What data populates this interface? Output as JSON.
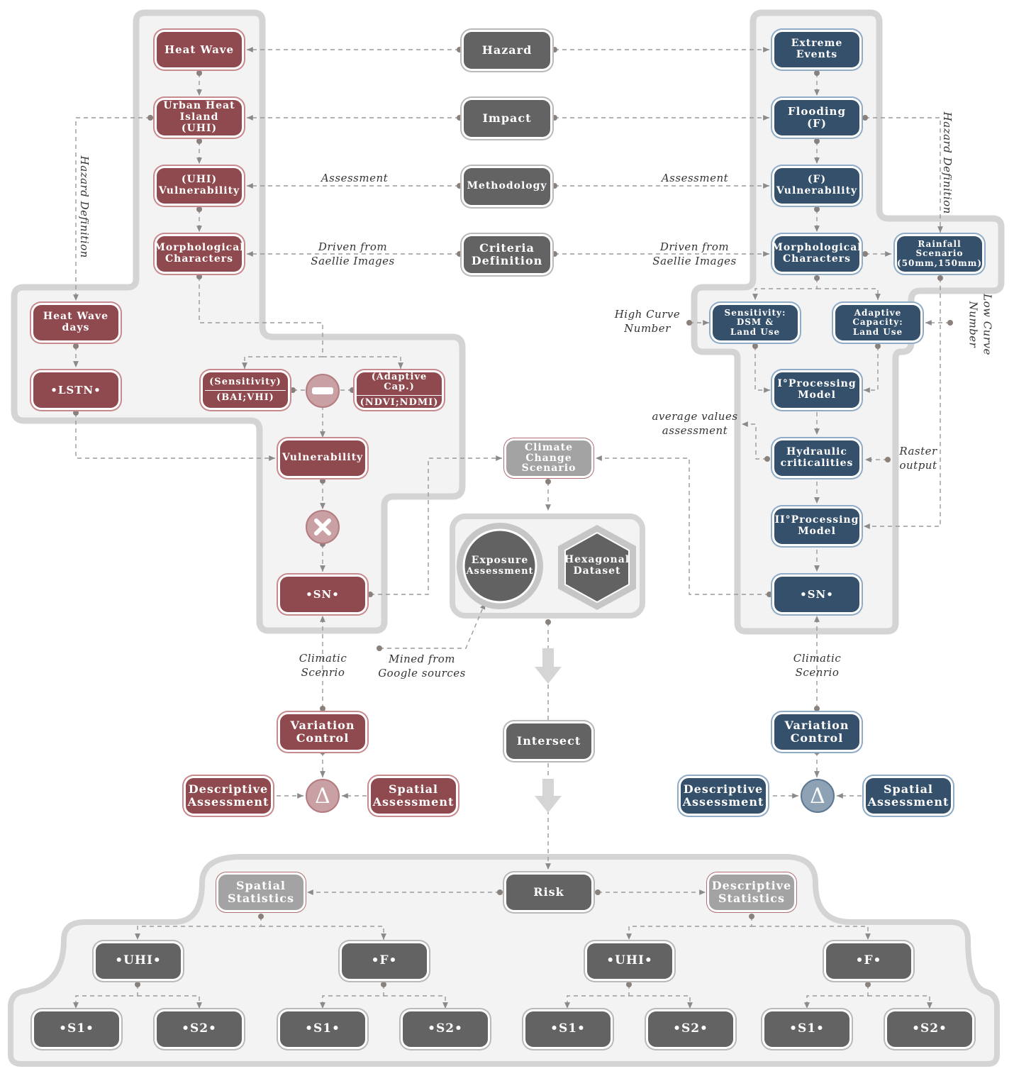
{
  "hazard_column": {
    "hazard": "Hazard",
    "impact": "Impact",
    "methodology": "Methodology",
    "criteria_line1": "Criteria",
    "criteria_line2": "Definition"
  },
  "uhi_branch": {
    "heat_wave": "Heat Wave",
    "uhi_line1": "Urban Heat",
    "uhi_line2": "Island",
    "uhi_line3": "(UHI)",
    "uhi_vuln_line1": "(UHI)",
    "uhi_vuln_line2": "Vulnerability",
    "morph_line1": "Morphological",
    "morph_line2": "Characters",
    "heat_wave_days_line1": "Heat Wave",
    "heat_wave_days_line2": "days",
    "lst": "•LSTN•",
    "sensitivity_top": "(Sensitivity)",
    "sensitivity_bottom": "(BAI;VHI)",
    "adaptive_top": "(Adaptive Cap.)",
    "adaptive_bottom": "(NDVI;NDMI)",
    "vulnerability": "Vulnerability",
    "sn": "•SN•",
    "variation_line1": "Variation",
    "variation_line2": "Control",
    "descriptive_line1": "Descriptive",
    "descriptive_line2": "Assessment",
    "spatial_line1": "Spatial",
    "spatial_line2": "Assessment",
    "delta": "Δ"
  },
  "flood_branch": {
    "extreme_line1": "Extreme",
    "extreme_line2": "Events",
    "flooding_line1": "Flooding",
    "flooding_line2": "(F)",
    "fvuln_line1": "(F)",
    "fvuln_line2": "Vulnerability",
    "morph_line1": "Morphological",
    "morph_line2": "Characters",
    "rainfall_line1": "Rainfall",
    "rainfall_line2": "Scenario",
    "rainfall_line3": "(50mm,150mm)",
    "sens_line1": "Sensitivity:",
    "sens_line2": "DSM &",
    "sens_line3": "Land Use",
    "adapt_line1": "Adaptive",
    "adapt_line2": "Capacity:",
    "adapt_line3": "Land Use",
    "proc1_line1": "I°Processing",
    "proc1_line2": "Model",
    "hydraulic_line1": "Hydraulic",
    "hydraulic_line2": "criticalities",
    "proc2_line1": "II°Processing",
    "proc2_line2": "Model",
    "sn": "•SN•",
    "variation_line1": "Variation",
    "variation_line2": "Control",
    "descriptive_line1": "Descriptive",
    "descriptive_line2": "Assessment",
    "spatial_line1": "Spatial",
    "spatial_line2": "Assessment",
    "delta": "Δ"
  },
  "center": {
    "climate_line1": "Climate",
    "climate_line2": "Change",
    "climate_line3": "Scenario",
    "exposure_line1": "Exposure",
    "exposure_line2": "Assessment",
    "hexagonal_line1": "Hexagonal",
    "hexagonal_line2": "Dataset",
    "intersect": "Intersect",
    "risk": "Risk",
    "spatial_stats_line1": "Spatial",
    "spatial_stats_line2": "Statistics",
    "descriptive_stats_line1": "Descriptive",
    "descriptive_stats_line2": "Statistics"
  },
  "results": {
    "top": [
      "•UHI•",
      "•F•",
      "•UHI•",
      "•F•"
    ],
    "bottom": [
      "•S1•",
      "•S2•",
      "•S1•",
      "•S2•",
      "•S1•",
      "•S2•",
      "•S1•",
      "•S2•"
    ]
  },
  "labels": {
    "assessment_left": "Assessment",
    "assessment_right": "Assessment",
    "driven_left_1": "Driven from",
    "driven_left_2": "Saellie Images",
    "driven_right_1": "Driven from",
    "driven_right_2": "Saellie Images",
    "hazard_def_left": "Hazard Definition",
    "hazard_def_right": "Hazard Definition",
    "high_curve_1": "High Curve",
    "high_curve_2": "Number",
    "low_curve_1": "Low Curve",
    "low_curve_2": "Number",
    "avg_values_1": "average values",
    "avg_values_2": "assessment",
    "raster_1": "Raster",
    "raster_2": "output",
    "climatic_left_1": "Climatic",
    "climatic_left_2": "Scenrio",
    "climatic_right_1": "Climatic",
    "climatic_right_2": "Scenrio",
    "mined_1": "Mined from",
    "mined_2": "Google sources"
  },
  "colors": {
    "uhi_red": "#8f4a4f",
    "flood_blue": "#35506b",
    "neutral_gray": "#636363",
    "light_gray": "#a3a3a3",
    "panel_fill": "#f3f3f3",
    "panel_border": "#d4d4d4"
  },
  "icons": {
    "minus": "minus-circle-icon",
    "multiply": "multiply-circle-icon",
    "delta": "delta-circle-icon",
    "arrow": "down-arrow-icon"
  }
}
